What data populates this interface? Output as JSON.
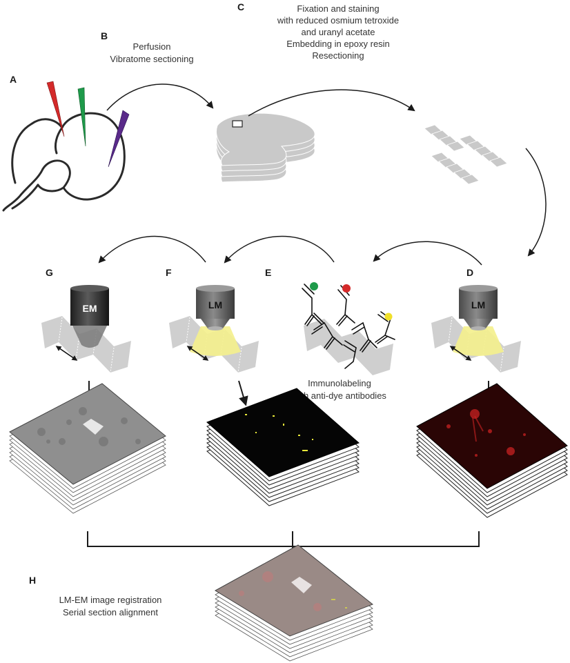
{
  "panels": {
    "A": {
      "letter": "A"
    },
    "B": {
      "letter": "B",
      "lines": [
        "Perfusion",
        "Vibratome sectioning"
      ]
    },
    "C": {
      "letter": "C",
      "lines": [
        "Fixation and staining",
        "with reduced osmium tetroxide",
        "and uranyl acetate",
        "Embedding in epoxy resin",
        "Resectioning"
      ]
    },
    "D": {
      "letter": "D",
      "objective": "LM"
    },
    "E": {
      "letter": "E",
      "lines": [
        "Immunolabeling",
        "with anti-dye antibodies"
      ]
    },
    "F": {
      "letter": "F",
      "objective": "LM"
    },
    "G": {
      "letter": "G",
      "objective": "EM"
    },
    "H": {
      "letter": "H",
      "lines": [
        "LM-EM image registration",
        "Serial section alignment"
      ]
    }
  },
  "colors": {
    "electrode_red": "#d42a2a",
    "electrode_green": "#1e9a4a",
    "electrode_purple": "#5a2a8a",
    "dot_green": "#1e9a4a",
    "dot_red": "#d42a2a",
    "dot_yellow": "#f0e02a",
    "lm_light": "#f4ef8c",
    "em_stack": "#8f8f8f",
    "lm_yellow_stack": "#050505",
    "lm_red_stack": "#2a0505",
    "merged_stack": "#9a8a86"
  }
}
